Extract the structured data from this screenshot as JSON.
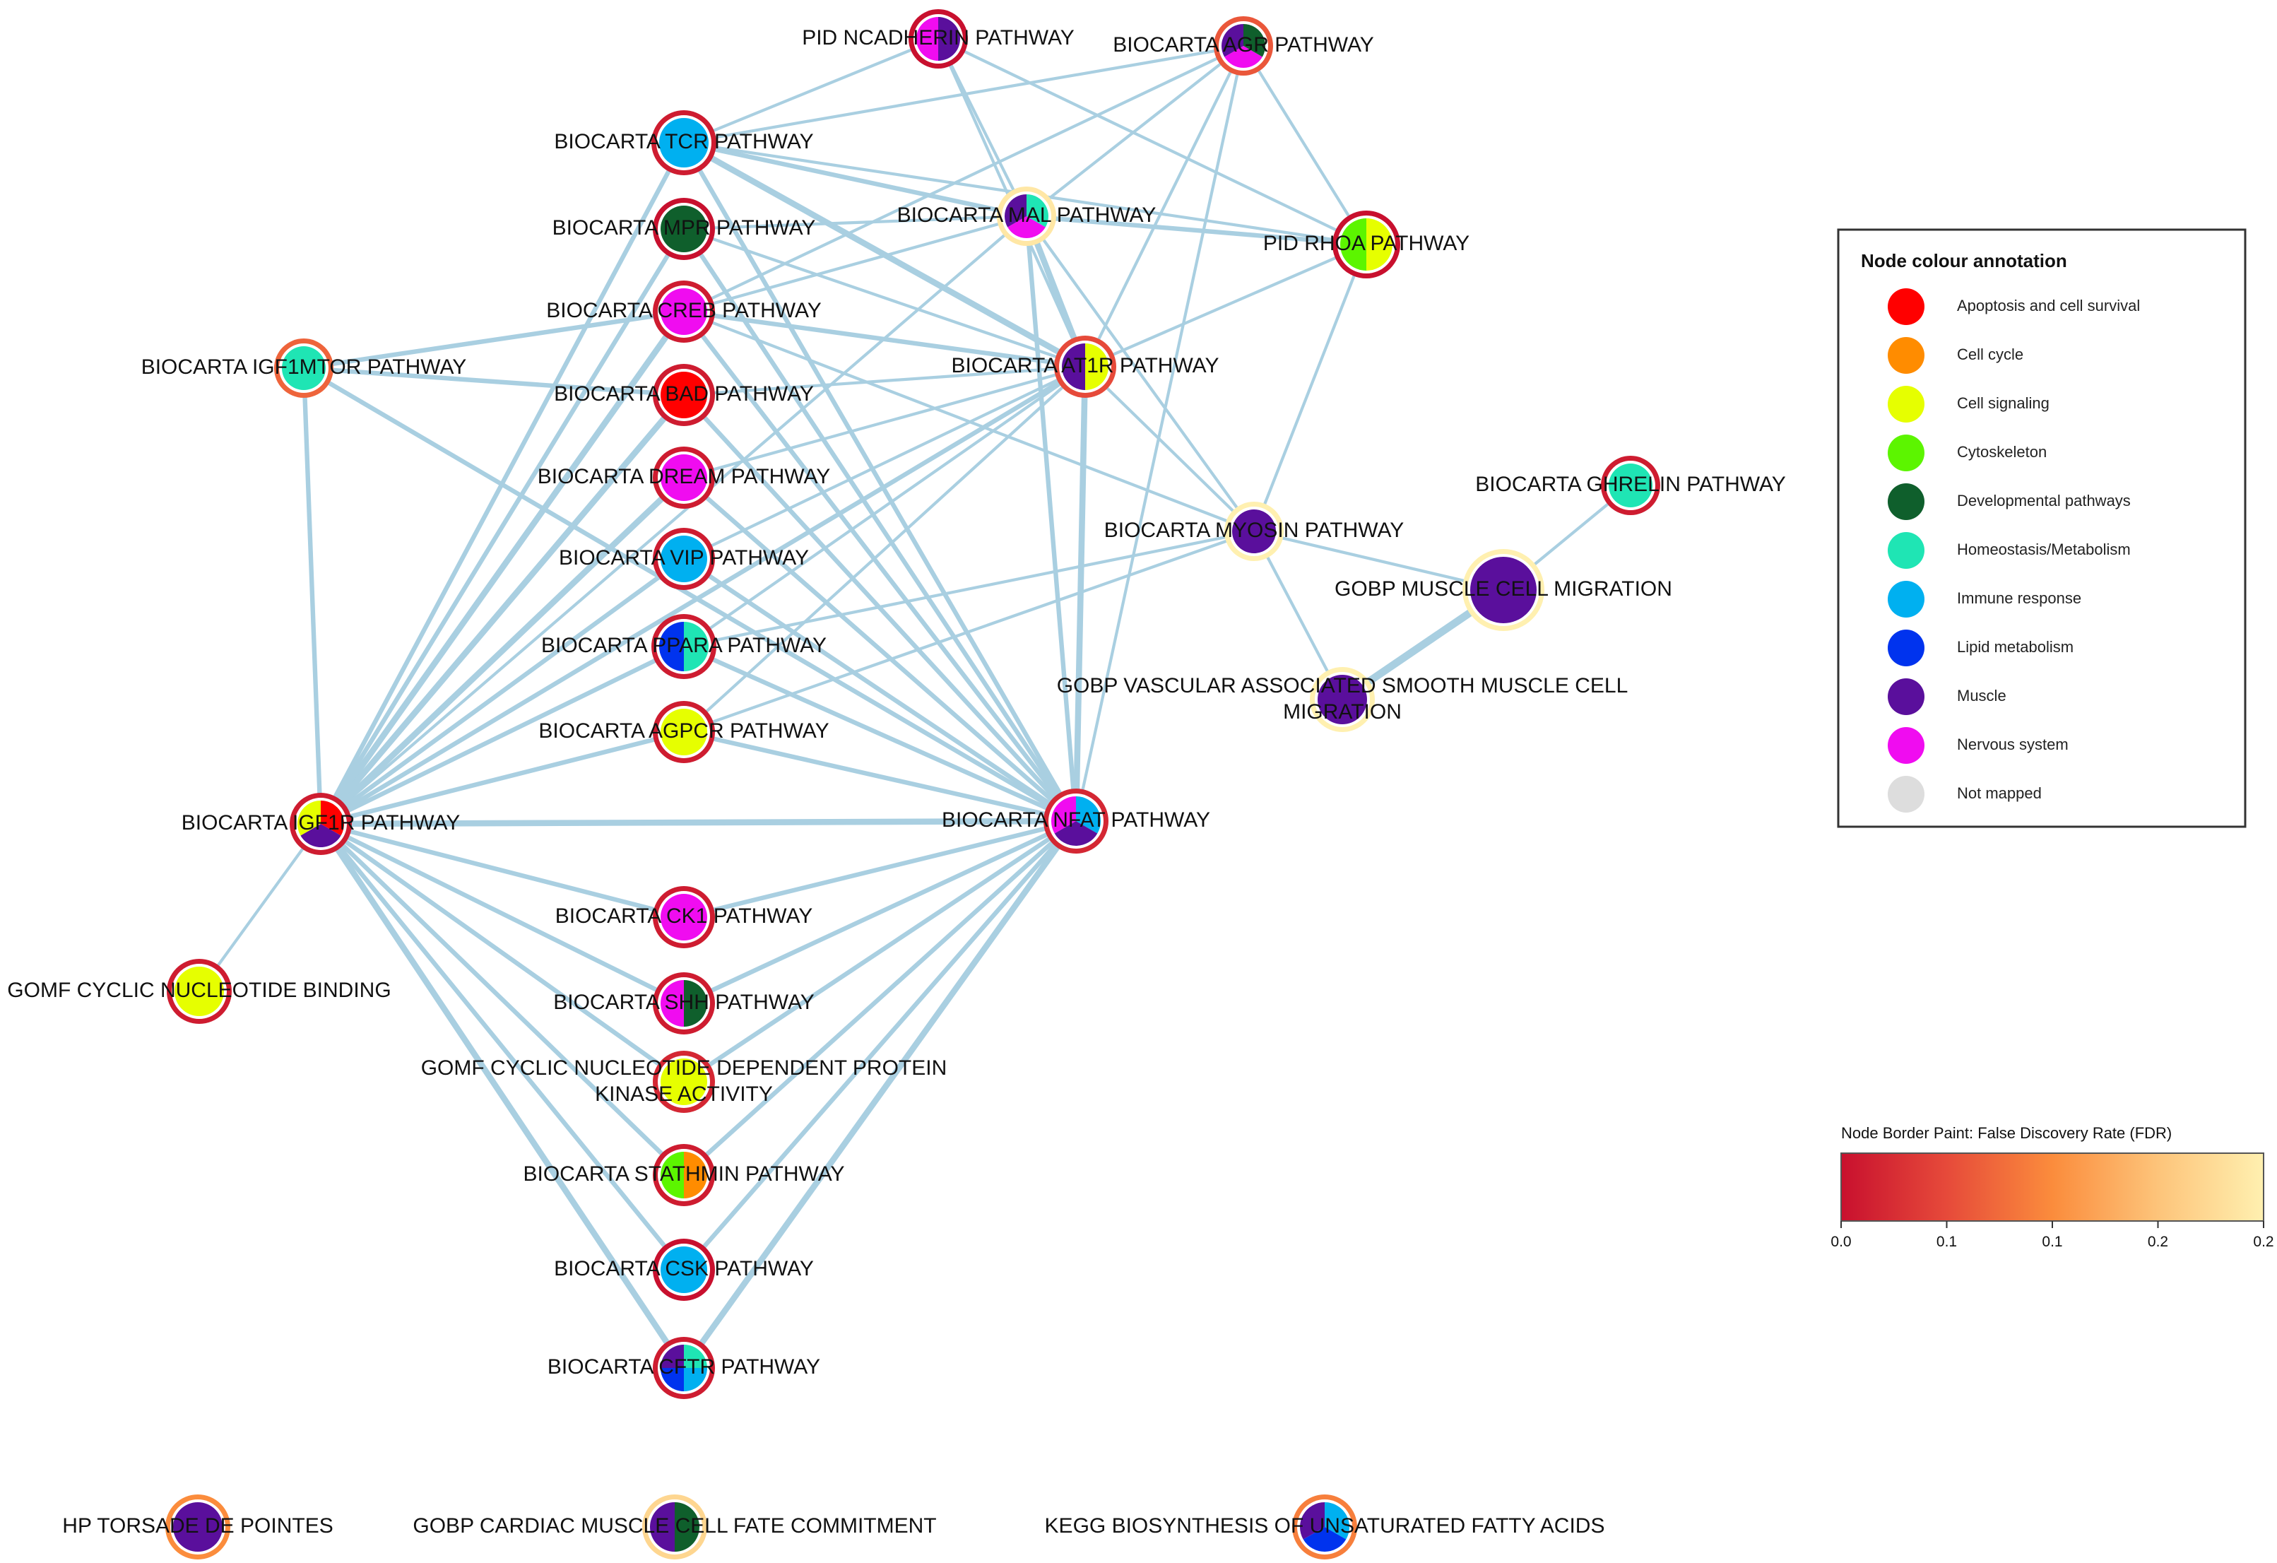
{
  "colors": {
    "edge": "#a9cfe1",
    "apoptosis": "#ff0000",
    "cell_cycle": "#ff8c00",
    "cell_signaling": "#e6ff00",
    "cytoskeleton": "#5cf500",
    "developmental": "#0f5f2c",
    "homeostasis": "#1fe5b4",
    "immune": "#00b0f0",
    "lipid": "#0033ee",
    "muscle": "#5a0f9c",
    "nervous": "#f00cf0",
    "not_mapped": "#dddddd"
  },
  "nodes": [
    {
      "id": "pid_ncadherin",
      "label": "PID NCADHERIN PATHWAY",
      "fdr": 0.0,
      "categories": [
        "muscle",
        "nervous"
      ]
    },
    {
      "id": "biocarta_agr",
      "label": "BIOCARTA AGR PATHWAY",
      "fdr": 0.06,
      "categories": [
        "developmental",
        "nervous",
        "muscle"
      ]
    },
    {
      "id": "biocarta_tcr",
      "label": "BIOCARTA TCR PATHWAY",
      "fdr": 0.01,
      "categories": [
        "immune"
      ]
    },
    {
      "id": "biocarta_mal",
      "label": "BIOCARTA MAL PATHWAY",
      "fdr": 0.19,
      "categories": [
        "homeostasis",
        "nervous",
        "muscle"
      ]
    },
    {
      "id": "biocarta_mpr",
      "label": "BIOCARTA MPR PATHWAY",
      "fdr": 0.0,
      "categories": [
        "developmental"
      ]
    },
    {
      "id": "pid_rhoa",
      "label": "PID RHOA PATHWAY",
      "fdr": 0.0,
      "categories": [
        "cell_signaling",
        "cytoskeleton"
      ]
    },
    {
      "id": "biocarta_creb",
      "label": "BIOCARTA CREB PATHWAY",
      "fdr": 0.01,
      "categories": [
        "nervous"
      ]
    },
    {
      "id": "biocarta_igf1mtor",
      "label": "BIOCARTA IGF1MTOR PATHWAY",
      "fdr": 0.07,
      "categories": [
        "homeostasis"
      ]
    },
    {
      "id": "biocarta_at1r",
      "label": "BIOCARTA AT1R PATHWAY",
      "fdr": 0.05,
      "categories": [
        "cell_signaling",
        "muscle"
      ]
    },
    {
      "id": "biocarta_bad",
      "label": "BIOCARTA BAD PATHWAY",
      "fdr": 0.01,
      "categories": [
        "apoptosis"
      ]
    },
    {
      "id": "biocarta_dream",
      "label": "BIOCARTA DREAM PATHWAY",
      "fdr": 0.01,
      "categories": [
        "nervous"
      ]
    },
    {
      "id": "biocarta_ghrelin",
      "label": "BIOCARTA GHRELIN PATHWAY",
      "fdr": 0.01,
      "categories": [
        "homeostasis"
      ]
    },
    {
      "id": "biocarta_myosin",
      "label": "BIOCARTA MYOSIN PATHWAY",
      "fdr": 0.2,
      "categories": [
        "muscle"
      ]
    },
    {
      "id": "biocarta_vip",
      "label": "BIOCARTA VIP PATHWAY",
      "fdr": 0.01,
      "categories": [
        "immune"
      ]
    },
    {
      "id": "gobp_muscle_migration",
      "label": "GOBP MUSCLE CELL MIGRATION",
      "fdr": 0.2,
      "categories": [
        "muscle"
      ]
    },
    {
      "id": "biocarta_ppara",
      "label": "BIOCARTA PPARA PATHWAY",
      "fdr": 0.01,
      "categories": [
        "homeostasis",
        "lipid"
      ]
    },
    {
      "id": "gobp_vsmc_migration",
      "label": "GOBP VASCULAR ASSOCIATED SMOOTH MUSCLE CELL MIGRATION",
      "fdr": 0.2,
      "categories": [
        "muscle"
      ]
    },
    {
      "id": "biocarta_agpcr",
      "label": "BIOCARTA AGPCR PATHWAY",
      "fdr": 0.01,
      "categories": [
        "cell_signaling"
      ]
    },
    {
      "id": "biocarta_igf1r",
      "label": "BIOCARTA IGF1R PATHWAY",
      "fdr": 0.01,
      "categories": [
        "apoptosis",
        "muscle",
        "cell_signaling"
      ]
    },
    {
      "id": "biocarta_nfat",
      "label": "BIOCARTA NFAT PATHWAY",
      "fdr": 0.02,
      "categories": [
        "immune",
        "muscle",
        "nervous"
      ]
    },
    {
      "id": "biocarta_ck1",
      "label": "BIOCARTA CK1 PATHWAY",
      "fdr": 0.01,
      "categories": [
        "nervous"
      ]
    },
    {
      "id": "gomf_cn_binding",
      "label": "GOMF CYCLIC NUCLEOTIDE BINDING",
      "fdr": 0.01,
      "categories": [
        "cell_signaling"
      ]
    },
    {
      "id": "biocarta_shh",
      "label": "BIOCARTA SHH PATHWAY",
      "fdr": 0.01,
      "categories": [
        "developmental",
        "nervous"
      ]
    },
    {
      "id": "gomf_cn_kinase",
      "label": "GOMF CYCLIC NUCLEOTIDE DEPENDENT PROTEIN KINASE ACTIVITY",
      "fdr": 0.02,
      "categories": [
        "cell_signaling"
      ]
    },
    {
      "id": "biocarta_stathmin",
      "label": "BIOCARTA STATHMIN PATHWAY",
      "fdr": 0.01,
      "categories": [
        "cell_cycle",
        "cytoskeleton"
      ]
    },
    {
      "id": "biocarta_csk",
      "label": "BIOCARTA CSK PATHWAY",
      "fdr": 0.0,
      "categories": [
        "immune"
      ]
    },
    {
      "id": "biocarta_cftr",
      "label": "BIOCARTA CFTR PATHWAY",
      "fdr": 0.01,
      "categories": [
        "homeostasis",
        "immune",
        "lipid",
        "muscle"
      ]
    },
    {
      "id": "hp_torsade",
      "label": "HP TORSADE DE POINTES",
      "fdr": 0.1,
      "categories": [
        "muscle"
      ]
    },
    {
      "id": "gobp_cardiac_fate",
      "label": "GOBP CARDIAC MUSCLE CELL FATE COMMITMENT",
      "fdr": 0.17,
      "categories": [
        "developmental",
        "muscle"
      ]
    },
    {
      "id": "kegg_ufa",
      "label": "KEGG BIOSYNTHESIS OF UNSATURATED FATTY ACIDS",
      "fdr": 0.09,
      "categories": [
        "immune",
        "lipid",
        "muscle"
      ]
    }
  ],
  "edges": [
    {
      "source": "pid_ncadherin",
      "target": "biocarta_tcr",
      "weight": 1
    },
    {
      "source": "pid_ncadherin",
      "target": "biocarta_mal",
      "weight": 1
    },
    {
      "source": "pid_ncadherin",
      "target": "biocarta_at1r",
      "weight": 1
    },
    {
      "source": "pid_ncadherin",
      "target": "pid_rhoa",
      "weight": 1
    },
    {
      "source": "biocarta_agr",
      "target": "biocarta_tcr",
      "weight": 1
    },
    {
      "source": "biocarta_agr",
      "target": "biocarta_mal",
      "weight": 1
    },
    {
      "source": "biocarta_agr",
      "target": "biocarta_creb",
      "weight": 1
    },
    {
      "source": "biocarta_agr",
      "target": "biocarta_at1r",
      "weight": 1
    },
    {
      "source": "biocarta_agr",
      "target": "pid_rhoa",
      "weight": 1
    },
    {
      "source": "biocarta_agr",
      "target": "biocarta_nfat",
      "weight": 1
    },
    {
      "source": "biocarta_tcr",
      "target": "biocarta_mal",
      "weight": 2
    },
    {
      "source": "biocarta_tcr",
      "target": "pid_rhoa",
      "weight": 1
    },
    {
      "source": "biocarta_tcr",
      "target": "biocarta_at1r",
      "weight": 3
    },
    {
      "source": "biocarta_tcr",
      "target": "biocarta_nfat",
      "weight": 2
    },
    {
      "source": "biocarta_tcr",
      "target": "biocarta_igf1r",
      "weight": 2
    },
    {
      "source": "biocarta_mpr",
      "target": "biocarta_mal",
      "weight": 1
    },
    {
      "source": "biocarta_mpr",
      "target": "biocarta_at1r",
      "weight": 1
    },
    {
      "source": "biocarta_mpr",
      "target": "biocarta_nfat",
      "weight": 2
    },
    {
      "source": "biocarta_mpr",
      "target": "biocarta_igf1r",
      "weight": 2
    },
    {
      "source": "biocarta_mal",
      "target": "pid_rhoa",
      "weight": 2
    },
    {
      "source": "biocarta_mal",
      "target": "biocarta_at1r",
      "weight": 3
    },
    {
      "source": "biocarta_mal",
      "target": "biocarta_nfat",
      "weight": 2
    },
    {
      "source": "biocarta_mal",
      "target": "biocarta_creb",
      "weight": 1
    },
    {
      "source": "biocarta_mal",
      "target": "biocarta_myosin",
      "weight": 1
    },
    {
      "source": "biocarta_mal",
      "target": "biocarta_igf1r",
      "weight": 1
    },
    {
      "source": "pid_rhoa",
      "target": "biocarta_at1r",
      "weight": 1
    },
    {
      "source": "pid_rhoa",
      "target": "biocarta_myosin",
      "weight": 1
    },
    {
      "source": "biocarta_creb",
      "target": "biocarta_at1r",
      "weight": 2
    },
    {
      "source": "biocarta_creb",
      "target": "biocarta_nfat",
      "weight": 2
    },
    {
      "source": "biocarta_creb",
      "target": "biocarta_igf1r",
      "weight": 3
    },
    {
      "source": "biocarta_creb",
      "target": "biocarta_myosin",
      "weight": 1
    },
    {
      "source": "biocarta_creb",
      "target": "biocarta_igf1mtor",
      "weight": 2
    },
    {
      "source": "biocarta_igf1mtor",
      "target": "biocarta_bad",
      "weight": 2
    },
    {
      "source": "biocarta_igf1mtor",
      "target": "biocarta_igf1r",
      "weight": 2
    },
    {
      "source": "biocarta_igf1mtor",
      "target": "biocarta_nfat",
      "weight": 2
    },
    {
      "source": "biocarta_at1r",
      "target": "biocarta_nfat",
      "weight": 3
    },
    {
      "source": "biocarta_at1r",
      "target": "biocarta_myosin",
      "weight": 1
    },
    {
      "source": "biocarta_at1r",
      "target": "biocarta_igf1r",
      "weight": 2
    },
    {
      "source": "biocarta_at1r",
      "target": "biocarta_bad",
      "weight": 1
    },
    {
      "source": "biocarta_at1r",
      "target": "biocarta_dream",
      "weight": 1
    },
    {
      "source": "biocarta_at1r",
      "target": "biocarta_vip",
      "weight": 1
    },
    {
      "source": "biocarta_at1r",
      "target": "biocarta_ppara",
      "weight": 1
    },
    {
      "source": "biocarta_at1r",
      "target": "biocarta_agpcr",
      "weight": 1
    },
    {
      "source": "biocarta_bad",
      "target": "biocarta_nfat",
      "weight": 2
    },
    {
      "source": "biocarta_bad",
      "target": "biocarta_igf1r",
      "weight": 3
    },
    {
      "source": "biocarta_dream",
      "target": "biocarta_nfat",
      "weight": 2
    },
    {
      "source": "biocarta_dream",
      "target": "biocarta_igf1r",
      "weight": 3
    },
    {
      "source": "biocarta_ghrelin",
      "target": "gobp_muscle_migration",
      "weight": 1
    },
    {
      "source": "biocarta_myosin",
      "target": "gobp_muscle_migration",
      "weight": 1
    },
    {
      "source": "biocarta_myosin",
      "target": "gobp_vsmc_migration",
      "weight": 1
    },
    {
      "source": "biocarta_myosin",
      "target": "biocarta_agpcr",
      "weight": 1
    },
    {
      "source": "biocarta_myosin",
      "target": "biocarta_ppara",
      "weight": 1
    },
    {
      "source": "biocarta_vip",
      "target": "biocarta_nfat",
      "weight": 2
    },
    {
      "source": "biocarta_vip",
      "target": "biocarta_igf1r",
      "weight": 2
    },
    {
      "source": "gobp_muscle_migration",
      "target": "gobp_vsmc_migration",
      "weight": 4
    },
    {
      "source": "biocarta_ppara",
      "target": "biocarta_nfat",
      "weight": 2
    },
    {
      "source": "biocarta_ppara",
      "target": "biocarta_igf1r",
      "weight": 2
    },
    {
      "source": "biocarta_agpcr",
      "target": "biocarta_nfat",
      "weight": 2
    },
    {
      "source": "biocarta_agpcr",
      "target": "biocarta_igf1r",
      "weight": 2
    },
    {
      "source": "biocarta_igf1r",
      "target": "biocarta_nfat",
      "weight": 3
    },
    {
      "source": "biocarta_igf1r",
      "target": "biocarta_ck1",
      "weight": 2
    },
    {
      "source": "biocarta_igf1r",
      "target": "biocarta_shh",
      "weight": 2
    },
    {
      "source": "biocarta_igf1r",
      "target": "gomf_cn_kinase",
      "weight": 2
    },
    {
      "source": "biocarta_igf1r",
      "target": "biocarta_stathmin",
      "weight": 2
    },
    {
      "source": "biocarta_igf1r",
      "target": "biocarta_csk",
      "weight": 2
    },
    {
      "source": "biocarta_igf1r",
      "target": "biocarta_cftr",
      "weight": 3
    },
    {
      "source": "biocarta_igf1r",
      "target": "gomf_cn_binding",
      "weight": 1
    },
    {
      "source": "biocarta_nfat",
      "target": "biocarta_ck1",
      "weight": 2
    },
    {
      "source": "biocarta_nfat",
      "target": "biocarta_shh",
      "weight": 2
    },
    {
      "source": "biocarta_nfat",
      "target": "gomf_cn_kinase",
      "weight": 2
    },
    {
      "source": "biocarta_nfat",
      "target": "biocarta_stathmin",
      "weight": 2
    },
    {
      "source": "biocarta_nfat",
      "target": "biocarta_csk",
      "weight": 2
    },
    {
      "source": "biocarta_nfat",
      "target": "biocarta_cftr",
      "weight": 3
    }
  ],
  "legend": {
    "title": "Node colour annotation",
    "items": [
      {
        "label": "Apoptosis and cell survival",
        "color": "#ff0000"
      },
      {
        "label": "Cell cycle",
        "color": "#ff8c00"
      },
      {
        "label": "Cell signaling",
        "color": "#e6ff00"
      },
      {
        "label": "Cytoskeleton",
        "color": "#5cf500"
      },
      {
        "label": "Developmental pathways",
        "color": "#0f5f2c"
      },
      {
        "label": "Homeostasis/Metabolism",
        "color": "#1fe5b4"
      },
      {
        "label": "Immune response",
        "color": "#00b0f0"
      },
      {
        "label": "Lipid metabolism",
        "color": "#0033ee"
      },
      {
        "label": "Muscle",
        "color": "#5a0f9c"
      },
      {
        "label": "Nervous system",
        "color": "#f00cf0"
      },
      {
        "label": "Not mapped",
        "color": "#dddddd"
      }
    ]
  },
  "scale": {
    "title": "Node Border Paint: False Discovery Rate (FDR)",
    "ticks": [
      "0.0",
      "0.1",
      "0.1",
      "0.2",
      "0.2"
    ],
    "gradient": [
      "#c8102e",
      "#e64a3a",
      "#fb8c3c",
      "#fdc47a",
      "#fff0b0"
    ]
  }
}
